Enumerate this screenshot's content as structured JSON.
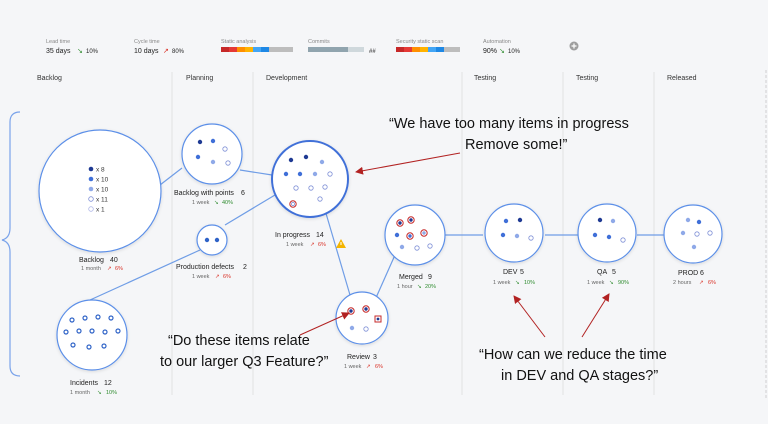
{
  "metrics": [
    {
      "label": "Lead time",
      "value": "35 days",
      "arrow": "↘",
      "trend": "down",
      "pct": "10%"
    },
    {
      "label": "Cycle time",
      "value": "10 days",
      "arrow": "↗",
      "trend": "up",
      "pct": "80%"
    },
    {
      "label": "Static analysis",
      "bar": [
        "#c62828",
        "#e53935",
        "#ff8f00",
        "#ffb300",
        "#42a5f5",
        "#1e88e5",
        "#bdbdbd",
        "#bdbdbd",
        "#bdbdbd"
      ]
    },
    {
      "label": "Commits",
      "bar": [
        "#90a4ae",
        "#90a4ae",
        "#90a4ae",
        "#90a4ae",
        "#90a4ae",
        "#cfd8dc",
        "#cfd8dc"
      ],
      "value": "##"
    },
    {
      "label": "Security static scan",
      "bar": [
        "#c62828",
        "#e53935",
        "#ff8f00",
        "#ffb300",
        "#42a5f5",
        "#1e88e5",
        "#bdbdbd",
        "#bdbdbd"
      ]
    },
    {
      "label": "Automation",
      "value": "90%",
      "arrow": "↘",
      "trend": "down",
      "pct": "10%"
    }
  ],
  "add_icon": "plus-circle-icon",
  "columns": [
    "Backlog",
    "Planning",
    "Development",
    "Testing",
    "Testing",
    "Released"
  ],
  "nodes": {
    "backlog": {
      "name": "Backlog",
      "count": "40",
      "time": "1 month",
      "arrow": "↗",
      "trend": "up",
      "pct": "6%",
      "legend": [
        "x 8",
        "x 10",
        "x 10",
        "x 11",
        "x 1"
      ]
    },
    "incidents": {
      "name": "Incidents",
      "count": "12",
      "time": "1 month",
      "arrow": "↘",
      "trend": "down",
      "pct": "10%"
    },
    "backlog_points": {
      "name": "Backlog with points",
      "count": "6",
      "time": "1 week",
      "arrow": "↘",
      "trend": "down",
      "pct": "40%"
    },
    "production_defects": {
      "name": "Production defects",
      "count": "2",
      "time": "1 week",
      "arrow": "↗",
      "trend": "up",
      "pct": "6%"
    },
    "in_progress": {
      "name": "In progress",
      "count": "14",
      "time": "1 week",
      "arrow": "↗",
      "trend": "up",
      "pct": "6%"
    },
    "review": {
      "name": "Review",
      "count": "3",
      "time": "1 week",
      "arrow": "↗",
      "trend": "up",
      "pct": "6%"
    },
    "merged": {
      "name": "Merged",
      "count": "9",
      "time": "1 hour",
      "arrow": "↘",
      "trend": "down",
      "pct": "20%"
    },
    "dev": {
      "name": "DEV",
      "count": "5",
      "time": "1 week",
      "arrow": "↘",
      "trend": "down",
      "pct": "10%"
    },
    "qa": {
      "name": "QA",
      "count": "5",
      "time": "1 week",
      "arrow": "↘",
      "trend": "down",
      "pct": "90%"
    },
    "prod": {
      "name": "PROD",
      "count": "6",
      "time": "2 hours",
      "arrow": "↗",
      "trend": "up",
      "pct": "6%"
    }
  },
  "quotes": {
    "too_many": [
      "“We have too many items in progress",
      "Remove some!”"
    ],
    "relate": [
      "“Do these items relate",
      "to our larger Q3 Feature?”"
    ],
    "reduce": [
      "“How can we reduce the time",
      "in DEV and QA stages?”"
    ]
  },
  "colors": {
    "accent": "#4a7fe0",
    "node_stroke": "#5b8fe8",
    "line": "#6f9de6",
    "arrow": "#b22222",
    "warning": "#f4b400"
  }
}
